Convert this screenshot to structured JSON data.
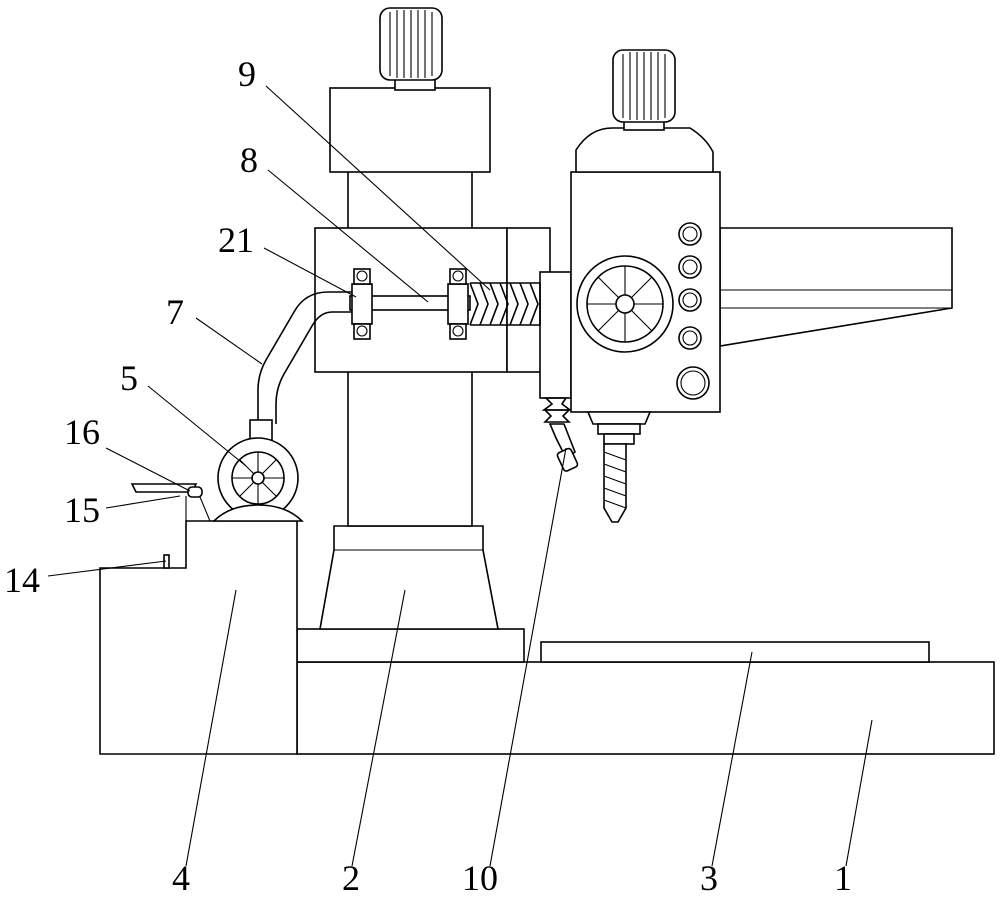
{
  "labels": {
    "l9": "9",
    "l8": "8",
    "l21": "21",
    "l7": "7",
    "l5": "5",
    "l16": "16",
    "l15": "15",
    "l14": "14",
    "l4": "4",
    "l2": "2",
    "l10": "10",
    "l3": "3",
    "l1": "1"
  },
  "colors": {
    "line": "#000000",
    "background": "#ffffff"
  }
}
